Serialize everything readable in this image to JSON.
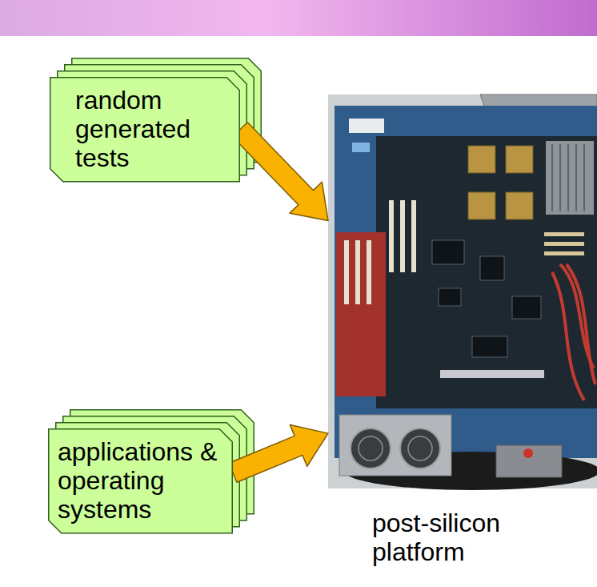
{
  "diagram": {
    "nodes": [
      {
        "text": [
          "random generated tests"
        ]
      },
      {
        "text": [
          "applications & operating systems"
        ]
      },
      {
        "text": [
          "post-silicon platform"
        ]
      }
    ],
    "edges": [
      {
        "from": 0,
        "to": 2,
        "arrow": "to"
      },
      {
        "from": 1,
        "to": 2,
        "arrow": "to"
      }
    ]
  }
}
